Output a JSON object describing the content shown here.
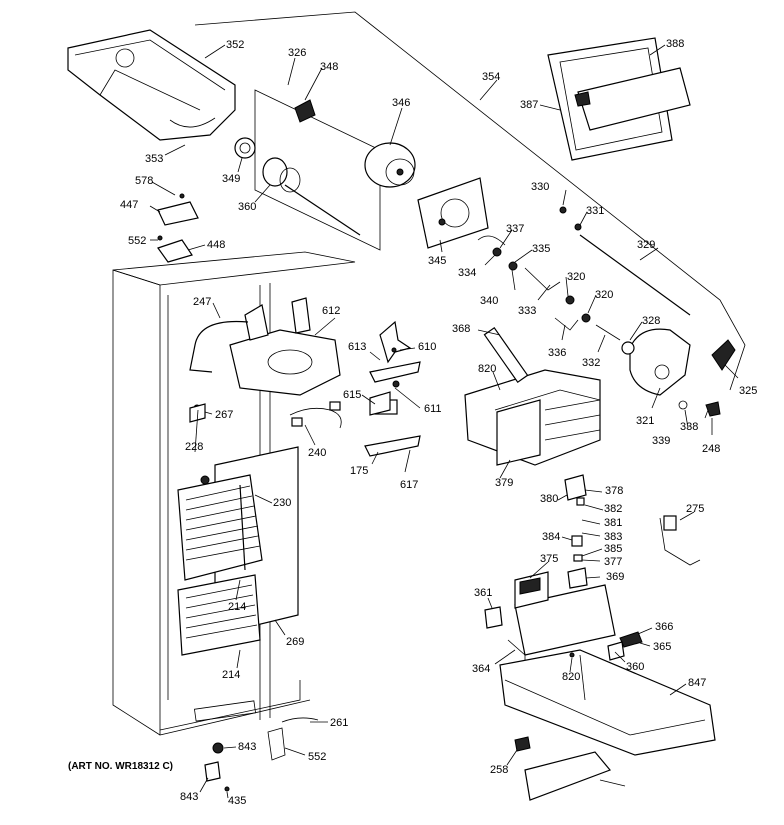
{
  "art_number": "(ART NO. WR18312 C)",
  "labels": [
    "352",
    "326",
    "348",
    "346",
    "354",
    "388",
    "387",
    "353",
    "349",
    "360",
    "578",
    "447",
    "552",
    "448",
    "330",
    "331",
    "329",
    "345",
    "337",
    "335",
    "334",
    "340",
    "333",
    "336",
    "332",
    "320",
    "328",
    "325",
    "321",
    "339",
    "338",
    "248",
    "247",
    "612",
    "613",
    "610",
    "615",
    "611",
    "175",
    "617",
    "267",
    "240",
    "228",
    "230",
    "214",
    "269",
    "368",
    "820",
    "379",
    "378",
    "380",
    "382",
    "381",
    "383",
    "384",
    "385",
    "377",
    "369",
    "375",
    "275",
    "361",
    "364",
    "366",
    "365",
    "360",
    "847",
    "261",
    "843",
    "552",
    "435",
    "258"
  ]
}
